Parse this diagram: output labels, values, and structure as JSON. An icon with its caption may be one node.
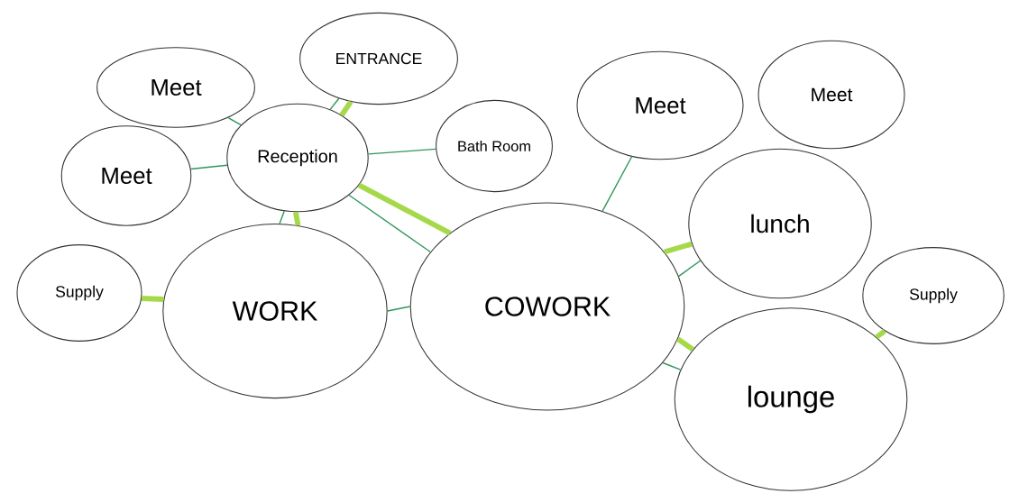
{
  "diagram": {
    "nodes": [
      {
        "text": [
          "Meet"
        ]
      },
      {
        "text": [
          "ENTRANCE"
        ]
      },
      {
        "text": [
          "Meet"
        ]
      },
      {
        "text": [
          "Reception"
        ]
      },
      {
        "text": [
          "Bath Room"
        ]
      },
      {
        "text": [
          "Meet"
        ]
      },
      {
        "text": [
          "Meet"
        ]
      },
      {
        "text": [
          "Supply"
        ]
      },
      {
        "text": [
          "WORK"
        ]
      },
      {
        "text": [
          "COWORK"
        ]
      },
      {
        "text": [
          "lunch"
        ]
      },
      {
        "text": [
          "Supply"
        ]
      },
      {
        "text": [
          "lounge"
        ]
      }
    ],
    "edges": [
      {
        "from": 0,
        "to": 3,
        "arrow": "none"
      },
      {
        "from": 1,
        "to": 3,
        "arrow": "none"
      },
      {
        "from": 1,
        "to": 3,
        "arrow": "none",
        "style": "thick",
        "color": "#a6d94a"
      },
      {
        "from": 2,
        "to": 3,
        "arrow": "none"
      },
      {
        "from": 3,
        "to": 4,
        "arrow": "none"
      },
      {
        "from": 3,
        "to": 8,
        "arrow": "none"
      },
      {
        "from": 3,
        "to": 8,
        "arrow": "none",
        "style": "thick",
        "color": "#a6d94a"
      },
      {
        "from": 3,
        "to": 9,
        "arrow": "none"
      },
      {
        "from": 3,
        "to": 9,
        "arrow": "none",
        "style": "thick",
        "color": "#a6d94a"
      },
      {
        "from": 7,
        "to": 8,
        "arrow": "none",
        "style": "thick",
        "color": "#a6d94a"
      },
      {
        "from": 8,
        "to": 9,
        "arrow": "none"
      },
      {
        "from": 5,
        "to": 9,
        "arrow": "none"
      },
      {
        "from": 9,
        "to": 10,
        "arrow": "none"
      },
      {
        "from": 9,
        "to": 10,
        "arrow": "none",
        "style": "thick",
        "color": "#a6d94a"
      },
      {
        "from": 9,
        "to": 12,
        "arrow": "none"
      },
      {
        "from": 9,
        "to": 12,
        "arrow": "none",
        "style": "thick",
        "color": "#a6d94a"
      },
      {
        "from": 12,
        "to": 11,
        "arrow": "none",
        "style": "thick",
        "color": "#a6d94a"
      }
    ]
  }
}
